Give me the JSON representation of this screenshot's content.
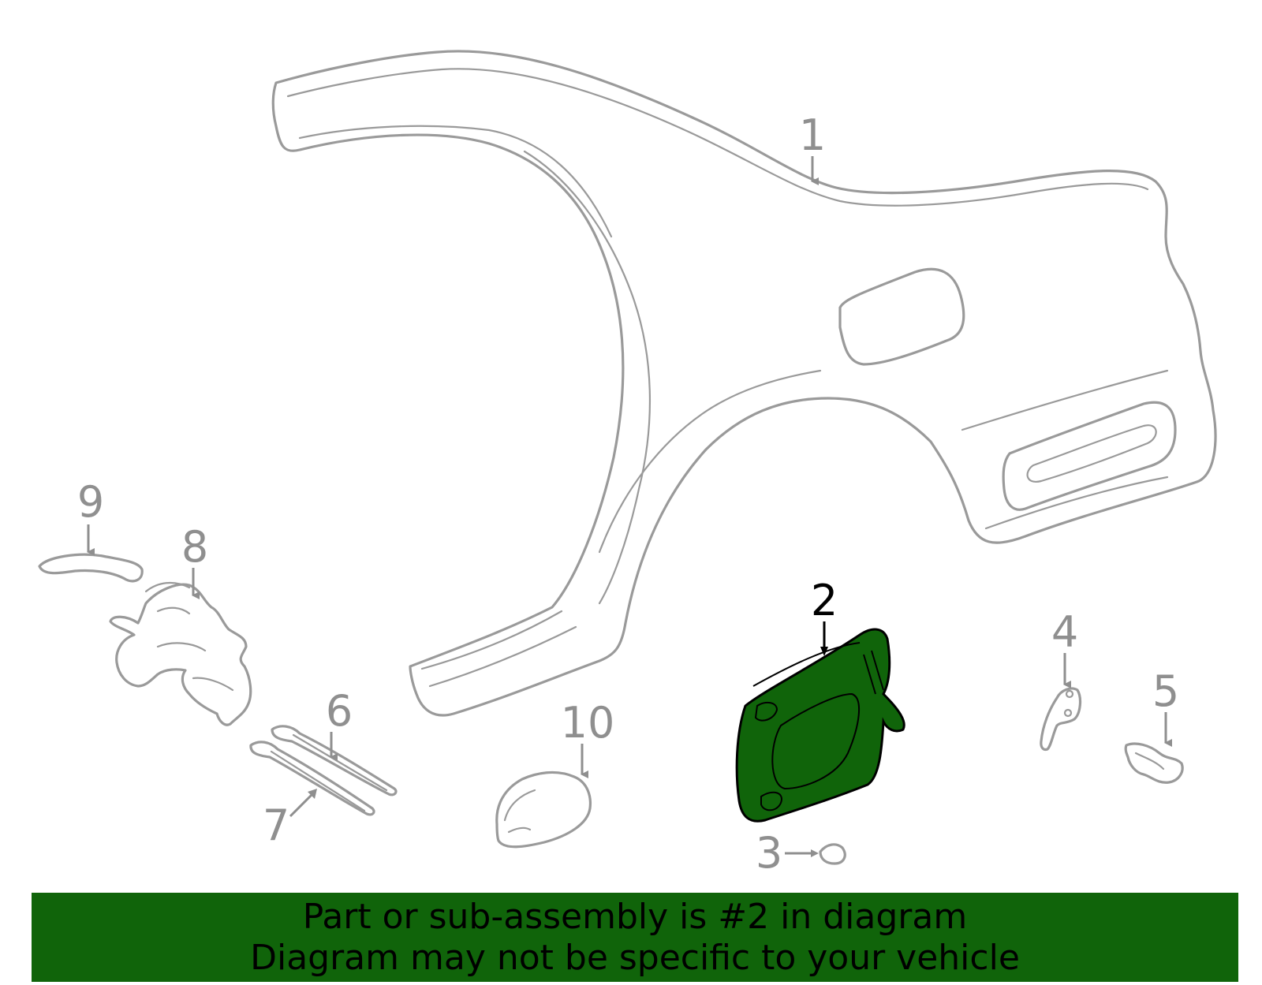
{
  "colors": {
    "banner_background": "#10640a",
    "highlight_part_fill": "#10640a",
    "line_art": "#9a9a9a",
    "active_callout": "#000000"
  },
  "callouts": {
    "c1": "1",
    "c2": "2",
    "c3": "3",
    "c4": "4",
    "c5": "5",
    "c6": "6",
    "c7": "7",
    "c8": "8",
    "c9": "9",
    "c10": "10"
  },
  "highlighted_part": "2",
  "banner": {
    "line1": "Part or sub-assembly is #2 in diagram",
    "line2": "Diagram may not be specific to your vehicle"
  }
}
